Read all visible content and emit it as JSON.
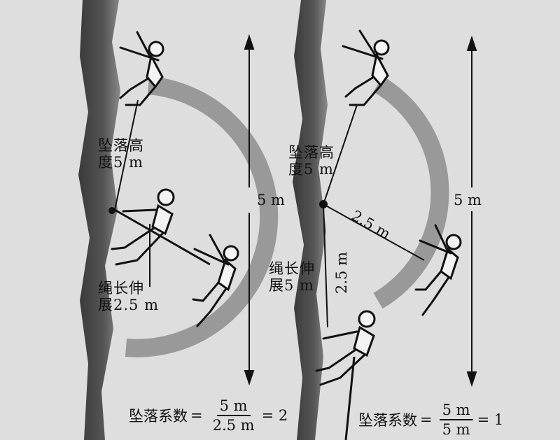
{
  "left": {
    "fall_height": [
      "坠落高",
      "度5 m"
    ],
    "rope_stretch": [
      "绳长伸",
      "展2.5 m"
    ],
    "total_distance": "5 m",
    "formula": {
      "label": "坠落系数",
      "equals": "=",
      "numerator": "5 m",
      "denominator": "2.5 m",
      "result": "= 2"
    }
  },
  "right": {
    "fall_height": [
      "坠落高",
      "度5 m"
    ],
    "rope_stretch": [
      "绳长伸",
      "展5 m"
    ],
    "rope_segment": "2.5 m",
    "rope_segment_vertical": "2.5 m",
    "total_distance": "5 m",
    "formula": {
      "label": "坠落系数",
      "equals": "=",
      "numerator": "5 m",
      "denominator": "5 m",
      "result": "= 1"
    }
  }
}
